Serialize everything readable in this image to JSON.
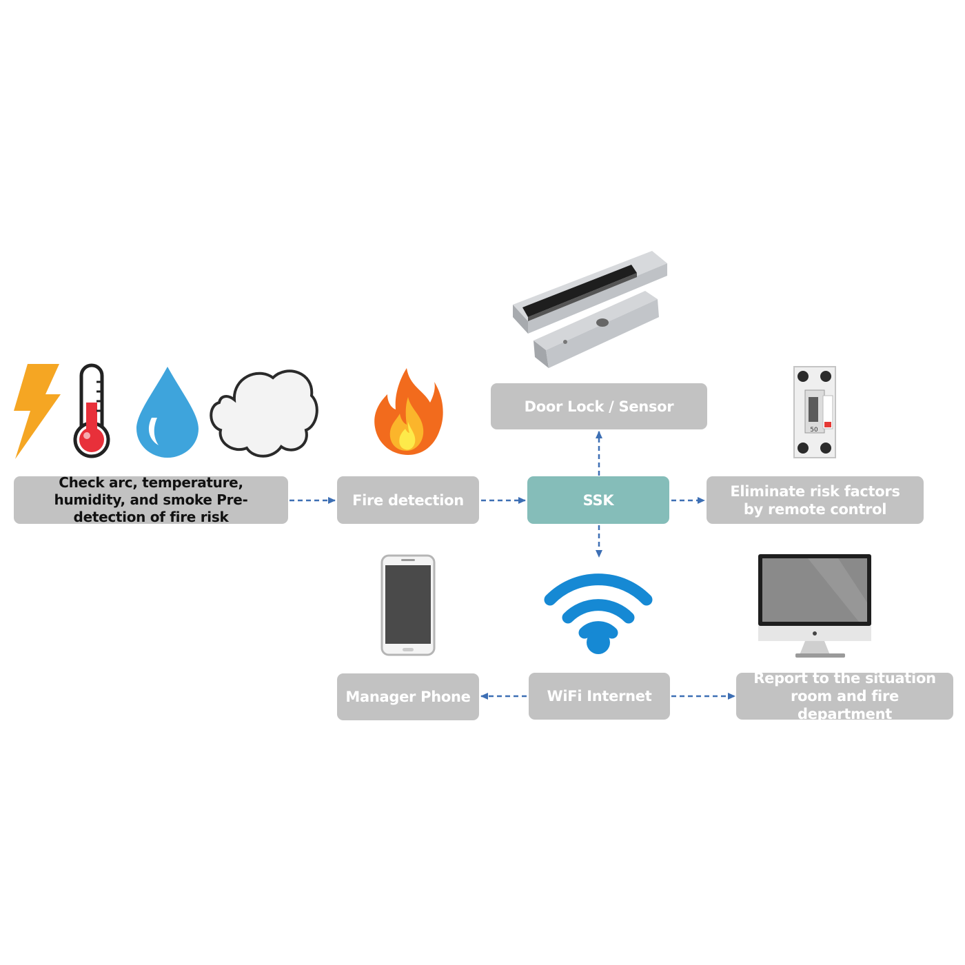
{
  "nodes": {
    "check": "Check arc, temperature, humidity, and smoke Pre-detection of fire risk",
    "fire": "Fire detection",
    "ssk": "SSK",
    "door": "Door Lock / Sensor",
    "eliminate": "Eliminate risk factors by remote control",
    "wifi": "WiFi Internet",
    "phone": "Manager Phone",
    "report": "Report to the situation room and fire department"
  },
  "breaker_label": "50",
  "colors": {
    "box_gray": "#c2c2c2",
    "box_teal": "#85bdb9",
    "arrow": "#3d6fb4",
    "bolt": "#f5a623",
    "thermo_red": "#e8303a",
    "drop_blue": "#3ea4dc",
    "wifi_blue": "#1689d4"
  },
  "icons": [
    "lightning-icon",
    "thermometer-icon",
    "water-drop-icon",
    "smoke-cloud-icon",
    "fire-icon",
    "door-lock-icon",
    "circuit-breaker-icon",
    "smartphone-icon",
    "wifi-icon",
    "monitor-icon"
  ]
}
